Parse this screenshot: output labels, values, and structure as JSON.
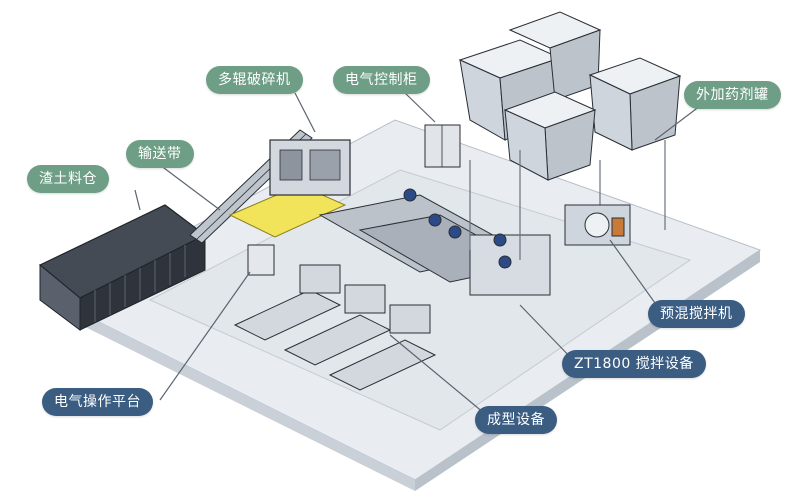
{
  "labels": {
    "roller_crusher": "多辊破碎机",
    "electrical_cabinet": "电气控制柜",
    "additive_tank": "外加药剂罐",
    "conveyor_belt": "输送带",
    "muck_bin": "渣土料仓",
    "premix_mixer": "预混搅拌机",
    "zt1800_mixing": "ZT1800 搅拌设备",
    "electrical_platform": "电气操作平台",
    "molding_equipment": "成型设备"
  },
  "colors": {
    "label_green": "#6f9e86",
    "label_blue": "#3b5d82",
    "leader_line": "#5d6470",
    "machine_stroke": "#2a2e36",
    "floor": "#dde2e8",
    "yellow_platform": "#f2e45a"
  }
}
